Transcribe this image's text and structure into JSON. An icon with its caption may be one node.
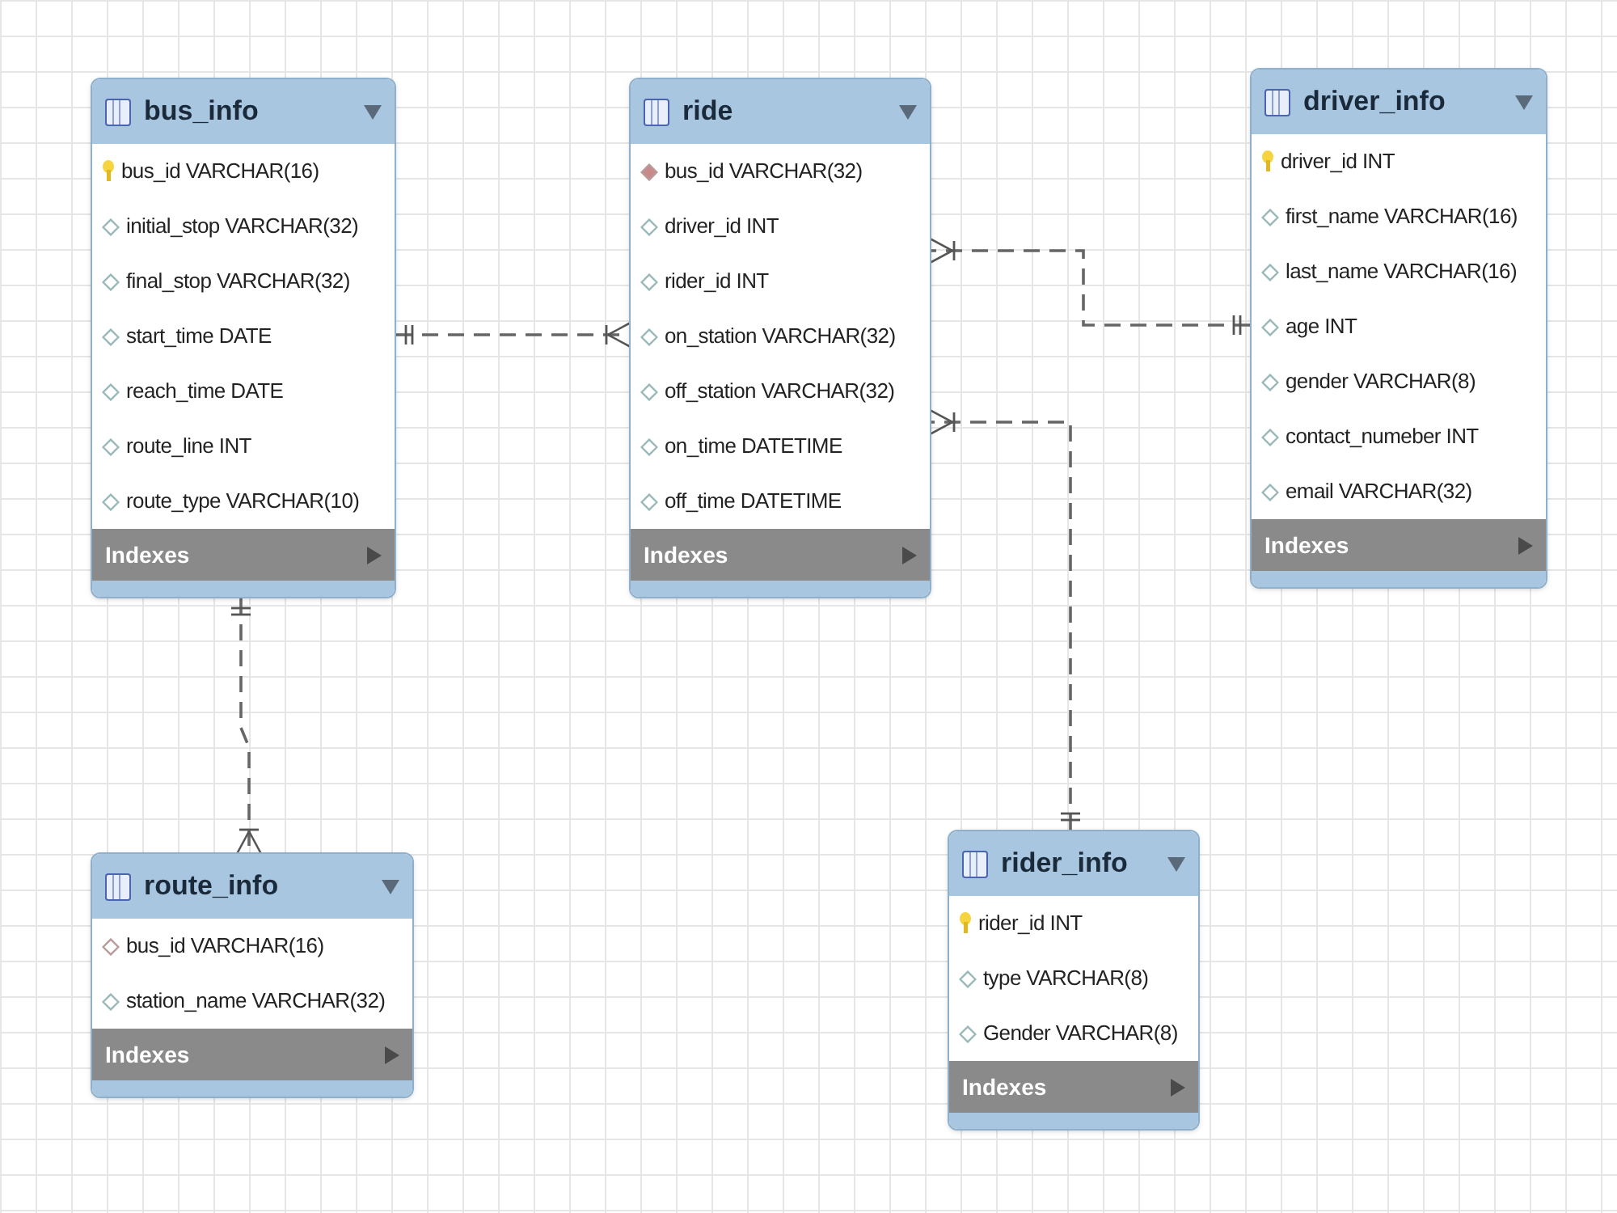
{
  "diagram": {
    "nodes": [
      {
        "text": [
          "bus_info",
          "bus_id VARCHAR(16)",
          "initial_stop VARCHAR(32)",
          "final_stop VARCHAR(32)",
          "start_time DATE",
          "reach_time DATE",
          "route_line INT",
          "route_type VARCHAR(10)",
          "Indexes"
        ]
      },
      {
        "text": [
          "ride",
          "bus_id VARCHAR(32)",
          "driver_id INT",
          "rider_id INT",
          "on_station VARCHAR(32)",
          "off_station VARCHAR(32)",
          "on_time DATETIME",
          "off_time DATETIME",
          "Indexes"
        ]
      },
      {
        "text": [
          "driver_info",
          "driver_id INT",
          "first_name VARCHAR(16)",
          "last_name VARCHAR(16)",
          "age INT",
          "gender VARCHAR(8)",
          "contact_numeber INT",
          "email VARCHAR(32)",
          "Indexes"
        ]
      },
      {
        "text": [
          "route_info",
          "bus_id VARCHAR(16)",
          "station_name VARCHAR(32)",
          "Indexes"
        ]
      },
      {
        "text": [
          "rider_info",
          "rider_id INT",
          "type VARCHAR(8)",
          "Gender VARCHAR(8)",
          "Indexes"
        ]
      }
    ],
    "edges": [
      {
        "from": 0,
        "to": 1,
        "arrow": "other",
        "style": "dashed"
      },
      {
        "from": 2,
        "to": 1,
        "arrow": "other",
        "style": "dashed"
      },
      {
        "from": 4,
        "to": 1,
        "arrow": "other",
        "style": "dashed"
      },
      {
        "from": 0,
        "to": 3,
        "arrow": "other",
        "style": "dashed"
      }
    ]
  }
}
